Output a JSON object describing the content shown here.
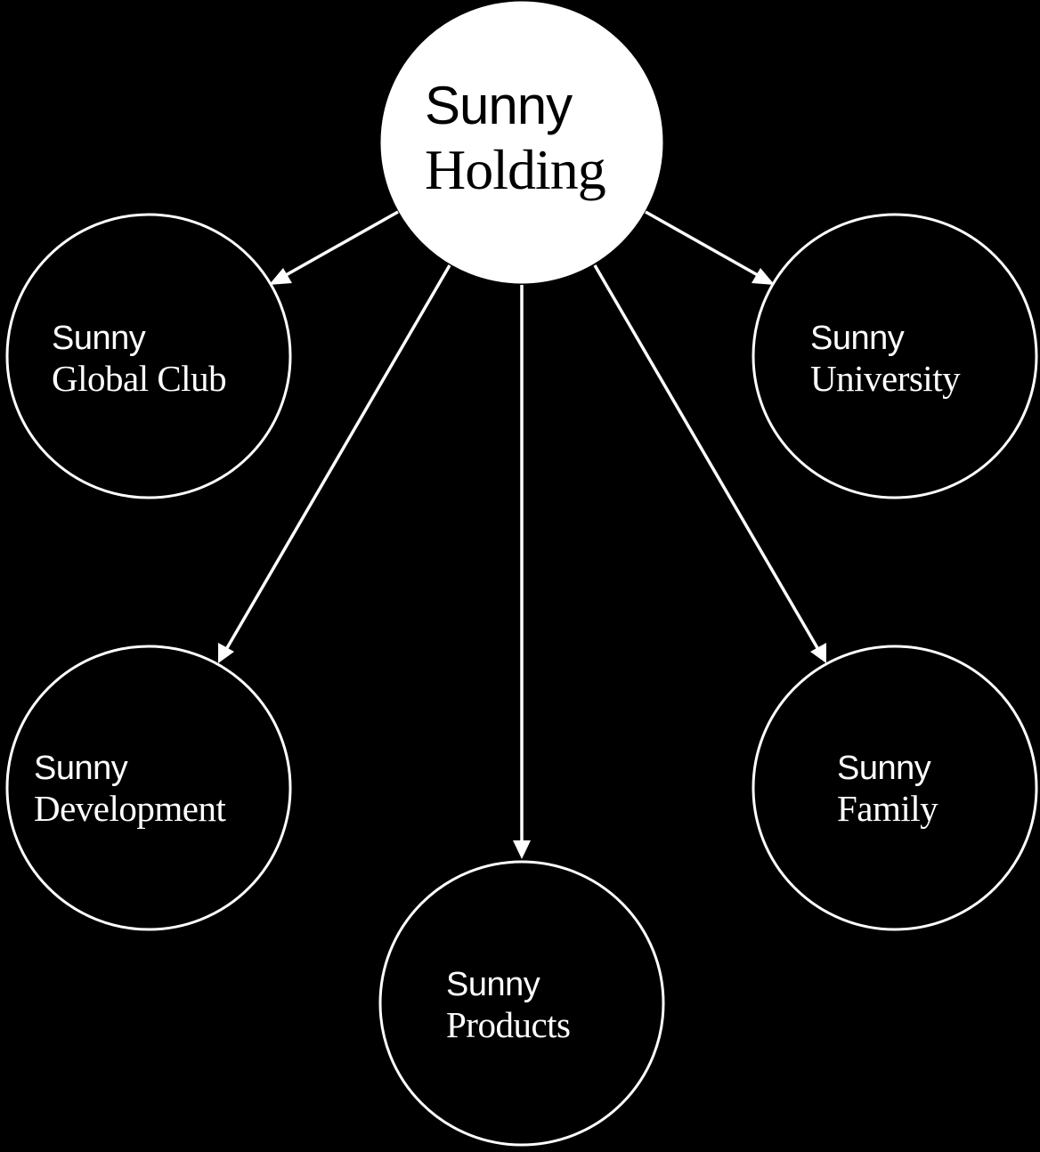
{
  "colors": {
    "background": "#000000",
    "foreground": "#ffffff"
  },
  "root": {
    "line1": "Sunny",
    "line2": "Holding"
  },
  "children": [
    {
      "id": "global-club",
      "line1": "Sunny",
      "line2": "Global Club"
    },
    {
      "id": "university",
      "line1": "Sunny",
      "line2": "University"
    },
    {
      "id": "development",
      "line1": "Sunny",
      "line2": "Development"
    },
    {
      "id": "products",
      "line1": "Sunny",
      "line2": "Products"
    },
    {
      "id": "family",
      "line1": "Sunny",
      "line2": "Family"
    }
  ]
}
